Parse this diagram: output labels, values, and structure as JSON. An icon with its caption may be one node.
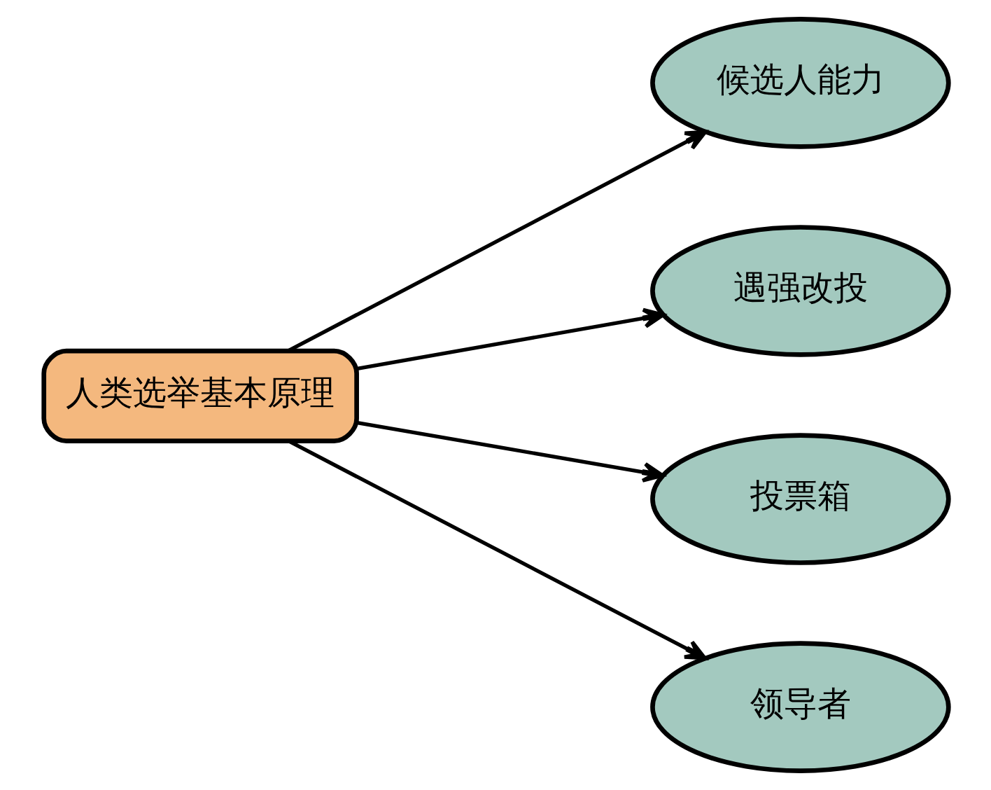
{
  "diagram": {
    "nodes": [
      {
        "text": [
          "人类选举基本原理"
        ]
      },
      {
        "text": [
          "候选人能力"
        ]
      },
      {
        "text": [
          "遇强改投"
        ]
      },
      {
        "text": [
          "投票箱"
        ]
      },
      {
        "text": [
          "领导者"
        ]
      }
    ],
    "edges": [
      {
        "from": 0,
        "to": 1,
        "arrow": "to"
      },
      {
        "from": 0,
        "to": 2,
        "arrow": "to"
      },
      {
        "from": 0,
        "to": 3,
        "arrow": "to"
      },
      {
        "from": 0,
        "to": 4,
        "arrow": "to"
      }
    ]
  }
}
